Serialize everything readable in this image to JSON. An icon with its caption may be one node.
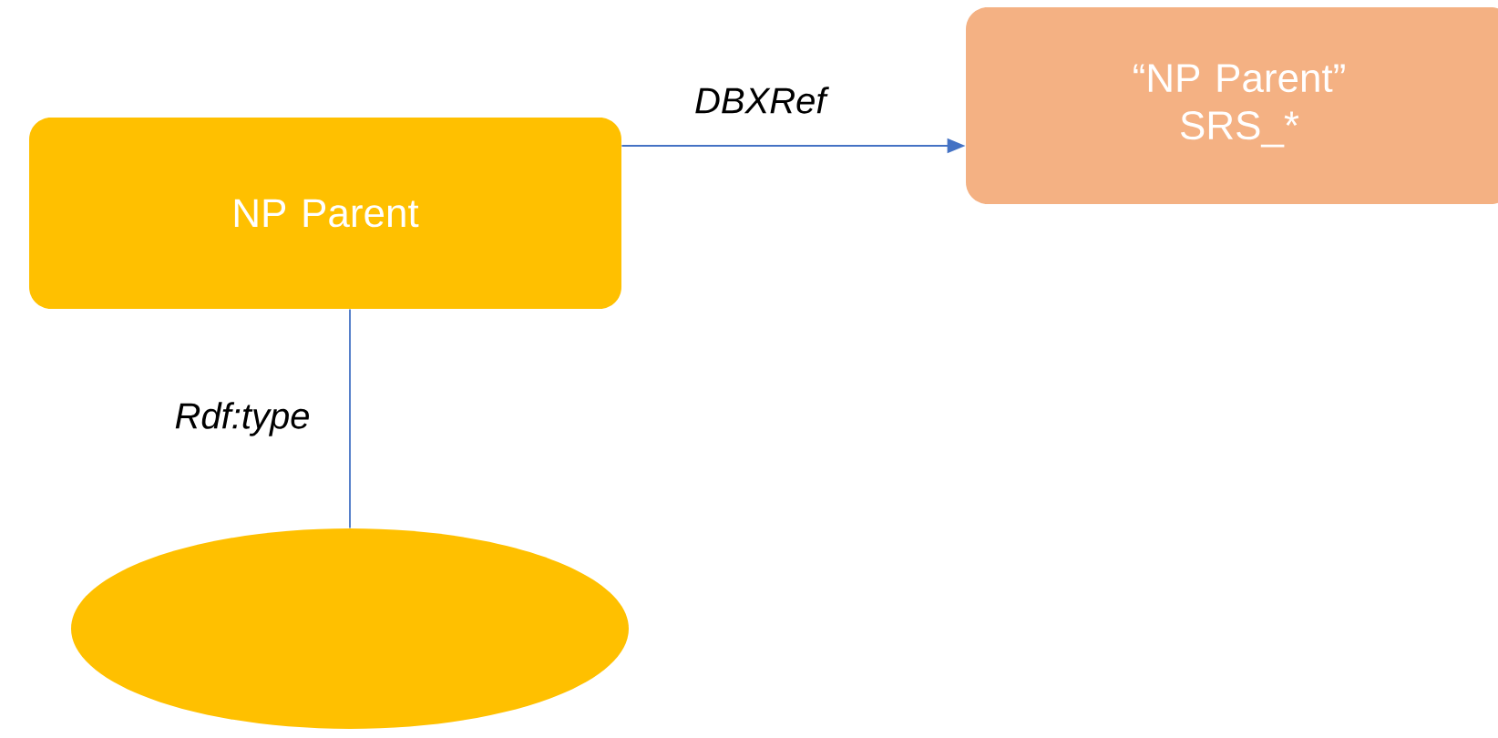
{
  "diagram": {
    "nodes": [
      {
        "text": [
          "NP Parent"
        ]
      },
      {
        "text": [
          "“NP Parent” SRS_*"
        ]
      },
      {
        "text": [],
        "shape": "ellipse"
      }
    ],
    "edges": [
      {
        "from": 0,
        "to": 1,
        "arrow": "to",
        "label": "*DBXRef*"
      },
      {
        "from": 0,
        "to": 2,
        "arrow": "none",
        "label": "*Rdf:type*"
      }
    ]
  }
}
